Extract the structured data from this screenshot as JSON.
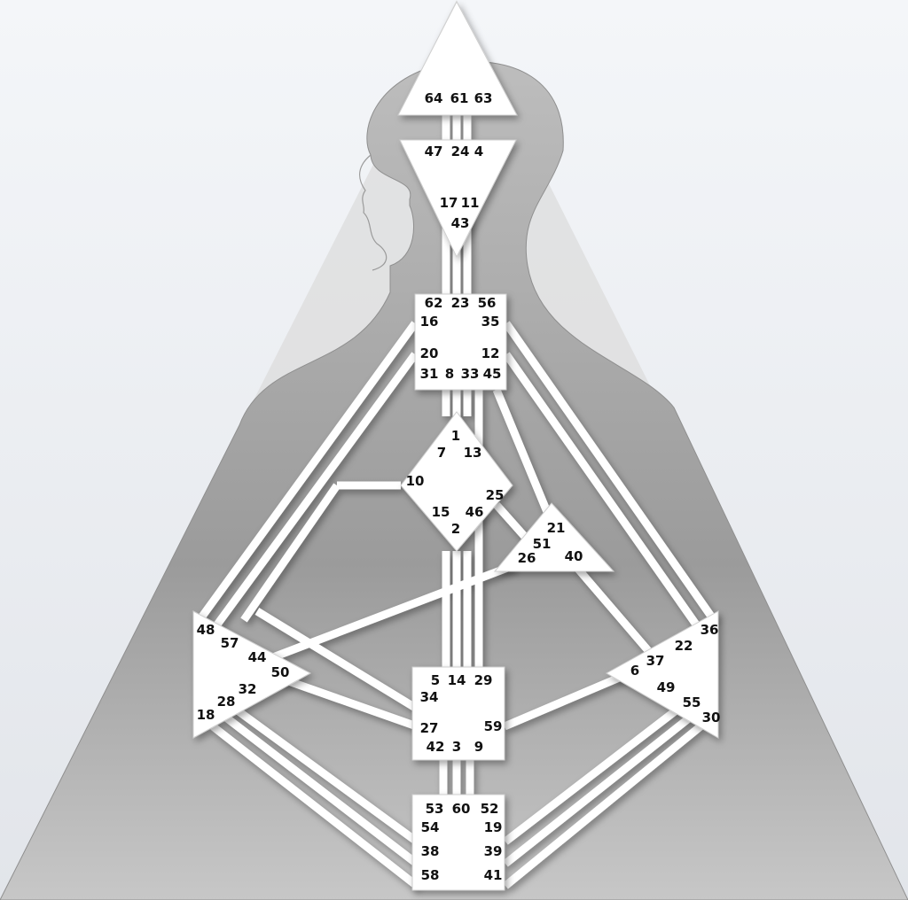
{
  "colors": {
    "background_top": "#f4f6f9",
    "background_bottom": "#e4e7ec",
    "silhouette_light": "#d9d9d9",
    "silhouette_dark": "#a7a7a7",
    "centers_and_channels": "#ffffff",
    "label_text": "#111111"
  },
  "centers": [
    {
      "id": "head",
      "gates": [
        "64",
        "61",
        "63"
      ]
    },
    {
      "id": "ajna",
      "gates": [
        "47",
        "24",
        "4",
        "17",
        "11",
        "43"
      ]
    },
    {
      "id": "throat",
      "gates": [
        "62",
        "23",
        "56",
        "16",
        "35",
        "20",
        "12",
        "31",
        "8",
        "33",
        "45"
      ]
    },
    {
      "id": "g",
      "gates": [
        "1",
        "7",
        "13",
        "10",
        "25",
        "15",
        "46",
        "2"
      ]
    },
    {
      "id": "heart",
      "gates": [
        "21",
        "51",
        "26",
        "40"
      ]
    },
    {
      "id": "spleen",
      "gates": [
        "48",
        "57",
        "44",
        "50",
        "32",
        "28",
        "18"
      ]
    },
    {
      "id": "solar-plexus",
      "gates": [
        "36",
        "22",
        "37",
        "6",
        "49",
        "55",
        "30"
      ]
    },
    {
      "id": "sacral",
      "gates": [
        "5",
        "14",
        "29",
        "34",
        "27",
        "59",
        "42",
        "3",
        "9"
      ]
    },
    {
      "id": "root",
      "gates": [
        "53",
        "60",
        "52",
        "54",
        "19",
        "38",
        "39",
        "58",
        "41"
      ]
    }
  ]
}
